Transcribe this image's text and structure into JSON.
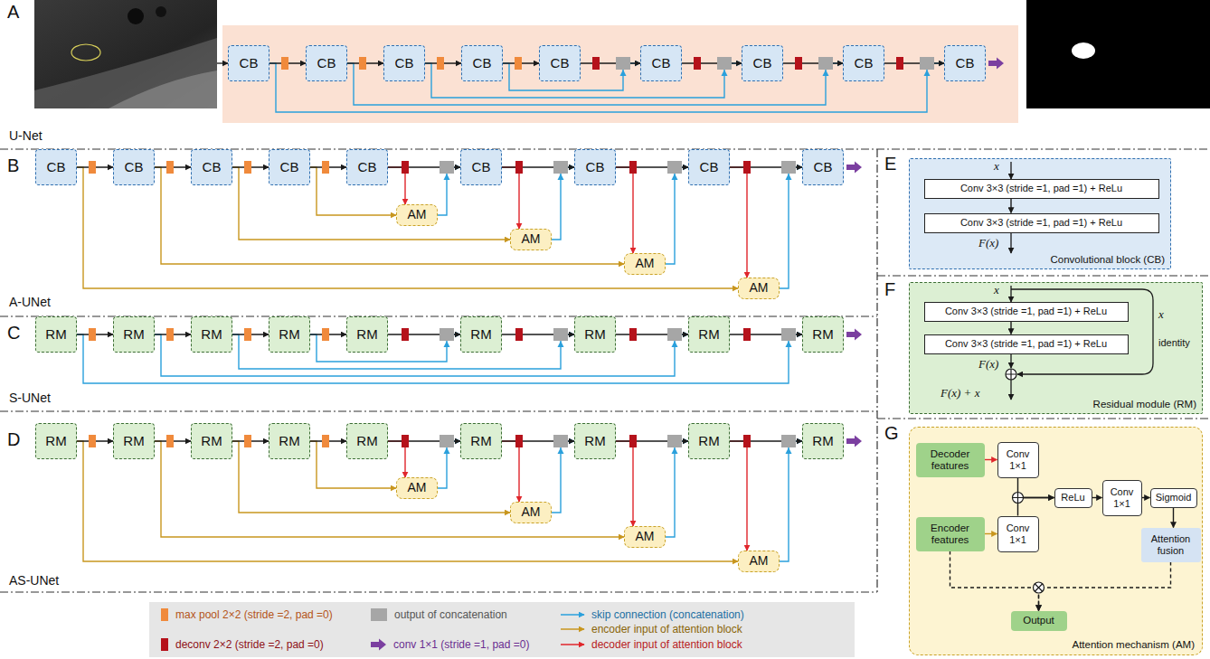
{
  "diagram": {
    "nodes": [
      {
        "text": [
          "CB"
        ]
      },
      {
        "text": [
          "CB"
        ]
      },
      {
        "text": [
          "CB"
        ]
      },
      {
        "text": [
          "CB"
        ]
      },
      {
        "text": [
          "CB"
        ]
      },
      {
        "text": [
          "CB"
        ]
      },
      {
        "text": [
          "CB"
        ]
      },
      {
        "text": [
          "CB"
        ]
      },
      {
        "text": [
          "CB"
        ]
      },
      {
        "text": [
          "CB"
        ]
      },
      {
        "text": [
          "CB"
        ]
      },
      {
        "text": [
          "CB"
        ]
      },
      {
        "text": [
          "CB"
        ]
      },
      {
        "text": [
          "CB"
        ]
      },
      {
        "text": [
          "CB"
        ]
      },
      {
        "text": [
          "CB"
        ]
      },
      {
        "text": [
          "CB"
        ]
      },
      {
        "text": [
          "CB"
        ]
      },
      {
        "text": [
          "AM"
        ]
      },
      {
        "text": [
          "AM"
        ]
      },
      {
        "text": [
          "AM"
        ]
      },
      {
        "text": [
          "AM"
        ]
      },
      {
        "text": [
          "RM"
        ]
      },
      {
        "text": [
          "RM"
        ]
      },
      {
        "text": [
          "RM"
        ]
      },
      {
        "text": [
          "RM"
        ]
      },
      {
        "text": [
          "RM"
        ]
      },
      {
        "text": [
          "RM"
        ]
      },
      {
        "text": [
          "RM"
        ]
      },
      {
        "text": [
          "RM"
        ]
      },
      {
        "text": [
          "RM"
        ]
      },
      {
        "text": [
          "RM"
        ]
      },
      {
        "text": [
          "RM"
        ]
      },
      {
        "text": [
          "RM"
        ]
      },
      {
        "text": [
          "RM"
        ]
      },
      {
        "text": [
          "RM"
        ]
      },
      {
        "text": [
          "RM"
        ]
      },
      {
        "text": [
          "RM"
        ]
      },
      {
        "text": [
          "RM"
        ]
      },
      {
        "text": [
          "RM"
        ]
      },
      {
        "text": [
          "AM"
        ]
      },
      {
        "text": [
          "AM"
        ]
      },
      {
        "text": [
          "AM"
        ]
      },
      {
        "text": [
          "AM"
        ]
      },
      {
        "text": [
          "x",
          "F(x)",
          "Convolutional block (CB)"
        ]
      },
      {
        "text": [
          "Conv 3×3 (stride =1, pad =1) + ReLu"
        ],
        "in": 44
      },
      {
        "text": [
          "Conv 3×3 (stride =1, pad =1) + ReLu"
        ],
        "in": 44
      },
      {
        "text": [
          "x",
          "x",
          "identity",
          "F(x)",
          "F(x) + x",
          "Residual module (RM)"
        ]
      },
      {
        "text": [
          "Conv 3×3 (stride =1, pad =1) + ReLu"
        ],
        "in": 47
      },
      {
        "text": [
          "Conv 3×3 (stride =1, pad =1) + ReLu"
        ],
        "in": 47
      },
      {
        "text": [
          "Attention mechanism (AM)"
        ]
      },
      {
        "text": [
          "Decoder features"
        ],
        "in": 50
      },
      {
        "text": [
          "Conv 1×1"
        ],
        "in": 50
      },
      {
        "text": [
          "Encoder features"
        ],
        "in": 50
      },
      {
        "text": [
          "Conv 1×1"
        ],
        "in": 50
      },
      {
        "text": [
          "ReLu"
        ],
        "in": 50
      },
      {
        "text": [
          "Conv 1×1"
        ],
        "in": 50
      },
      {
        "text": [
          "Sigmoid"
        ],
        "in": 50
      },
      {
        "text": [
          "Attention fusion"
        ],
        "in": 50
      },
      {
        "text": [
          "Output"
        ],
        "in": 50
      }
    ],
    "edges": [
      {
        "from": 0,
        "to": 1,
        "arrow": "to"
      },
      {
        "from": 1,
        "to": 2,
        "arrow": "to"
      },
      {
        "from": 2,
        "to": 3,
        "arrow": "to"
      },
      {
        "from": 3,
        "to": 4,
        "arrow": "to"
      },
      {
        "from": 4,
        "to": 5,
        "arrow": "to"
      },
      {
        "from": 5,
        "to": 6,
        "arrow": "to"
      },
      {
        "from": 6,
        "to": 7,
        "arrow": "to"
      },
      {
        "from": 7,
        "to": 8,
        "arrow": "to"
      },
      {
        "from": 3,
        "to": 5,
        "arrow": "to"
      },
      {
        "from": 2,
        "to": 6,
        "arrow": "to"
      },
      {
        "from": 1,
        "to": 7,
        "arrow": "to"
      },
      {
        "from": 0,
        "to": 8,
        "arrow": "to"
      },
      {
        "from": 9,
        "to": 10,
        "arrow": "to"
      },
      {
        "from": 10,
        "to": 11,
        "arrow": "to"
      },
      {
        "from": 11,
        "to": 12,
        "arrow": "to"
      },
      {
        "from": 12,
        "to": 13,
        "arrow": "to"
      },
      {
        "from": 13,
        "to": 14,
        "arrow": "to"
      },
      {
        "from": 14,
        "to": 15,
        "arrow": "to"
      },
      {
        "from": 15,
        "to": 16,
        "arrow": "to"
      },
      {
        "from": 16,
        "to": 17,
        "arrow": "to"
      },
      {
        "from": 12,
        "to": 18,
        "arrow": "to"
      },
      {
        "from": 13,
        "to": 18,
        "arrow": "to"
      },
      {
        "from": 18,
        "to": 14,
        "arrow": "to"
      },
      {
        "from": 11,
        "to": 19,
        "arrow": "to"
      },
      {
        "from": 14,
        "to": 19,
        "arrow": "to"
      },
      {
        "from": 19,
        "to": 15,
        "arrow": "to"
      },
      {
        "from": 10,
        "to": 20,
        "arrow": "to"
      },
      {
        "from": 15,
        "to": 20,
        "arrow": "to"
      },
      {
        "from": 20,
        "to": 16,
        "arrow": "to"
      },
      {
        "from": 9,
        "to": 21,
        "arrow": "to"
      },
      {
        "from": 16,
        "to": 21,
        "arrow": "to"
      },
      {
        "from": 21,
        "to": 17,
        "arrow": "to"
      },
      {
        "from": 22,
        "to": 23,
        "arrow": "to"
      },
      {
        "from": 23,
        "to": 24,
        "arrow": "to"
      },
      {
        "from": 24,
        "to": 25,
        "arrow": "to"
      },
      {
        "from": 25,
        "to": 26,
        "arrow": "to"
      },
      {
        "from": 26,
        "to": 27,
        "arrow": "to"
      },
      {
        "from": 27,
        "to": 28,
        "arrow": "to"
      },
      {
        "from": 28,
        "to": 29,
        "arrow": "to"
      },
      {
        "from": 29,
        "to": 30,
        "arrow": "to"
      },
      {
        "from": 25,
        "to": 27,
        "arrow": "to"
      },
      {
        "from": 24,
        "to": 28,
        "arrow": "to"
      },
      {
        "from": 23,
        "to": 29,
        "arrow": "to"
      },
      {
        "from": 22,
        "to": 30,
        "arrow": "to"
      },
      {
        "from": 31,
        "to": 32,
        "arrow": "to"
      },
      {
        "from": 32,
        "to": 33,
        "arrow": "to"
      },
      {
        "from": 33,
        "to": 34,
        "arrow": "to"
      },
      {
        "from": 34,
        "to": 35,
        "arrow": "to"
      },
      {
        "from": 35,
        "to": 36,
        "arrow": "to"
      },
      {
        "from": 36,
        "to": 37,
        "arrow": "to"
      },
      {
        "from": 37,
        "to": 38,
        "arrow": "to"
      },
      {
        "from": 38,
        "to": 39,
        "arrow": "to"
      },
      {
        "from": 34,
        "to": 40,
        "arrow": "to"
      },
      {
        "from": 35,
        "to": 40,
        "arrow": "to"
      },
      {
        "from": 40,
        "to": 36,
        "arrow": "to"
      },
      {
        "from": 33,
        "to": 41,
        "arrow": "to"
      },
      {
        "from": 36,
        "to": 41,
        "arrow": "to"
      },
      {
        "from": 41,
        "to": 37,
        "arrow": "to"
      },
      {
        "from": 32,
        "to": 42,
        "arrow": "to"
      },
      {
        "from": 37,
        "to": 42,
        "arrow": "to"
      },
      {
        "from": 42,
        "to": 38,
        "arrow": "to"
      },
      {
        "from": 31,
        "to": 43,
        "arrow": "to"
      },
      {
        "from": 38,
        "to": 43,
        "arrow": "to"
      },
      {
        "from": 43,
        "to": 39,
        "arrow": "to"
      },
      {
        "from": 45,
        "to": 46,
        "arrow": "to"
      },
      {
        "from": 48,
        "to": 49,
        "arrow": "to"
      },
      {
        "from": 51,
        "to": 52,
        "arrow": "to"
      },
      {
        "from": 53,
        "to": 54,
        "arrow": "to"
      },
      {
        "from": 52,
        "to": 55,
        "arrow": "to"
      },
      {
        "from": 54,
        "to": 55,
        "arrow": "to"
      },
      {
        "from": 55,
        "to": 56,
        "arrow": "to"
      },
      {
        "from": 56,
        "to": 57,
        "arrow": "to"
      },
      {
        "from": 57,
        "to": 58,
        "arrow": "to"
      },
      {
        "from": 58,
        "to": 59,
        "arrow": "to"
      },
      {
        "from": 53,
        "to": 59,
        "arrow": "to"
      }
    ],
    "labels": [
      "A",
      "U-Net",
      "B",
      "A-UNet",
      "C",
      "S-UNet",
      "D",
      "AS-UNet",
      "E",
      "F",
      "G"
    ],
    "legend": [
      {
        "text": "max pool 2×2 (stride =2, pad =0)",
        "color": "#f08a3c"
      },
      {
        "text": "output of concatenation",
        "color": "#a6a6a6"
      },
      {
        "text": "skip connection (concatenation)"
      },
      {
        "text": "encoder input of attention block"
      },
      {
        "text": "deconv 2×2 (stride =2, pad =0)",
        "color": "#b5121b"
      },
      {
        "text": "conv 1×1 (stride =1, pad =0)"
      },
      {
        "text": "decoder input of attention block"
      }
    ]
  }
}
